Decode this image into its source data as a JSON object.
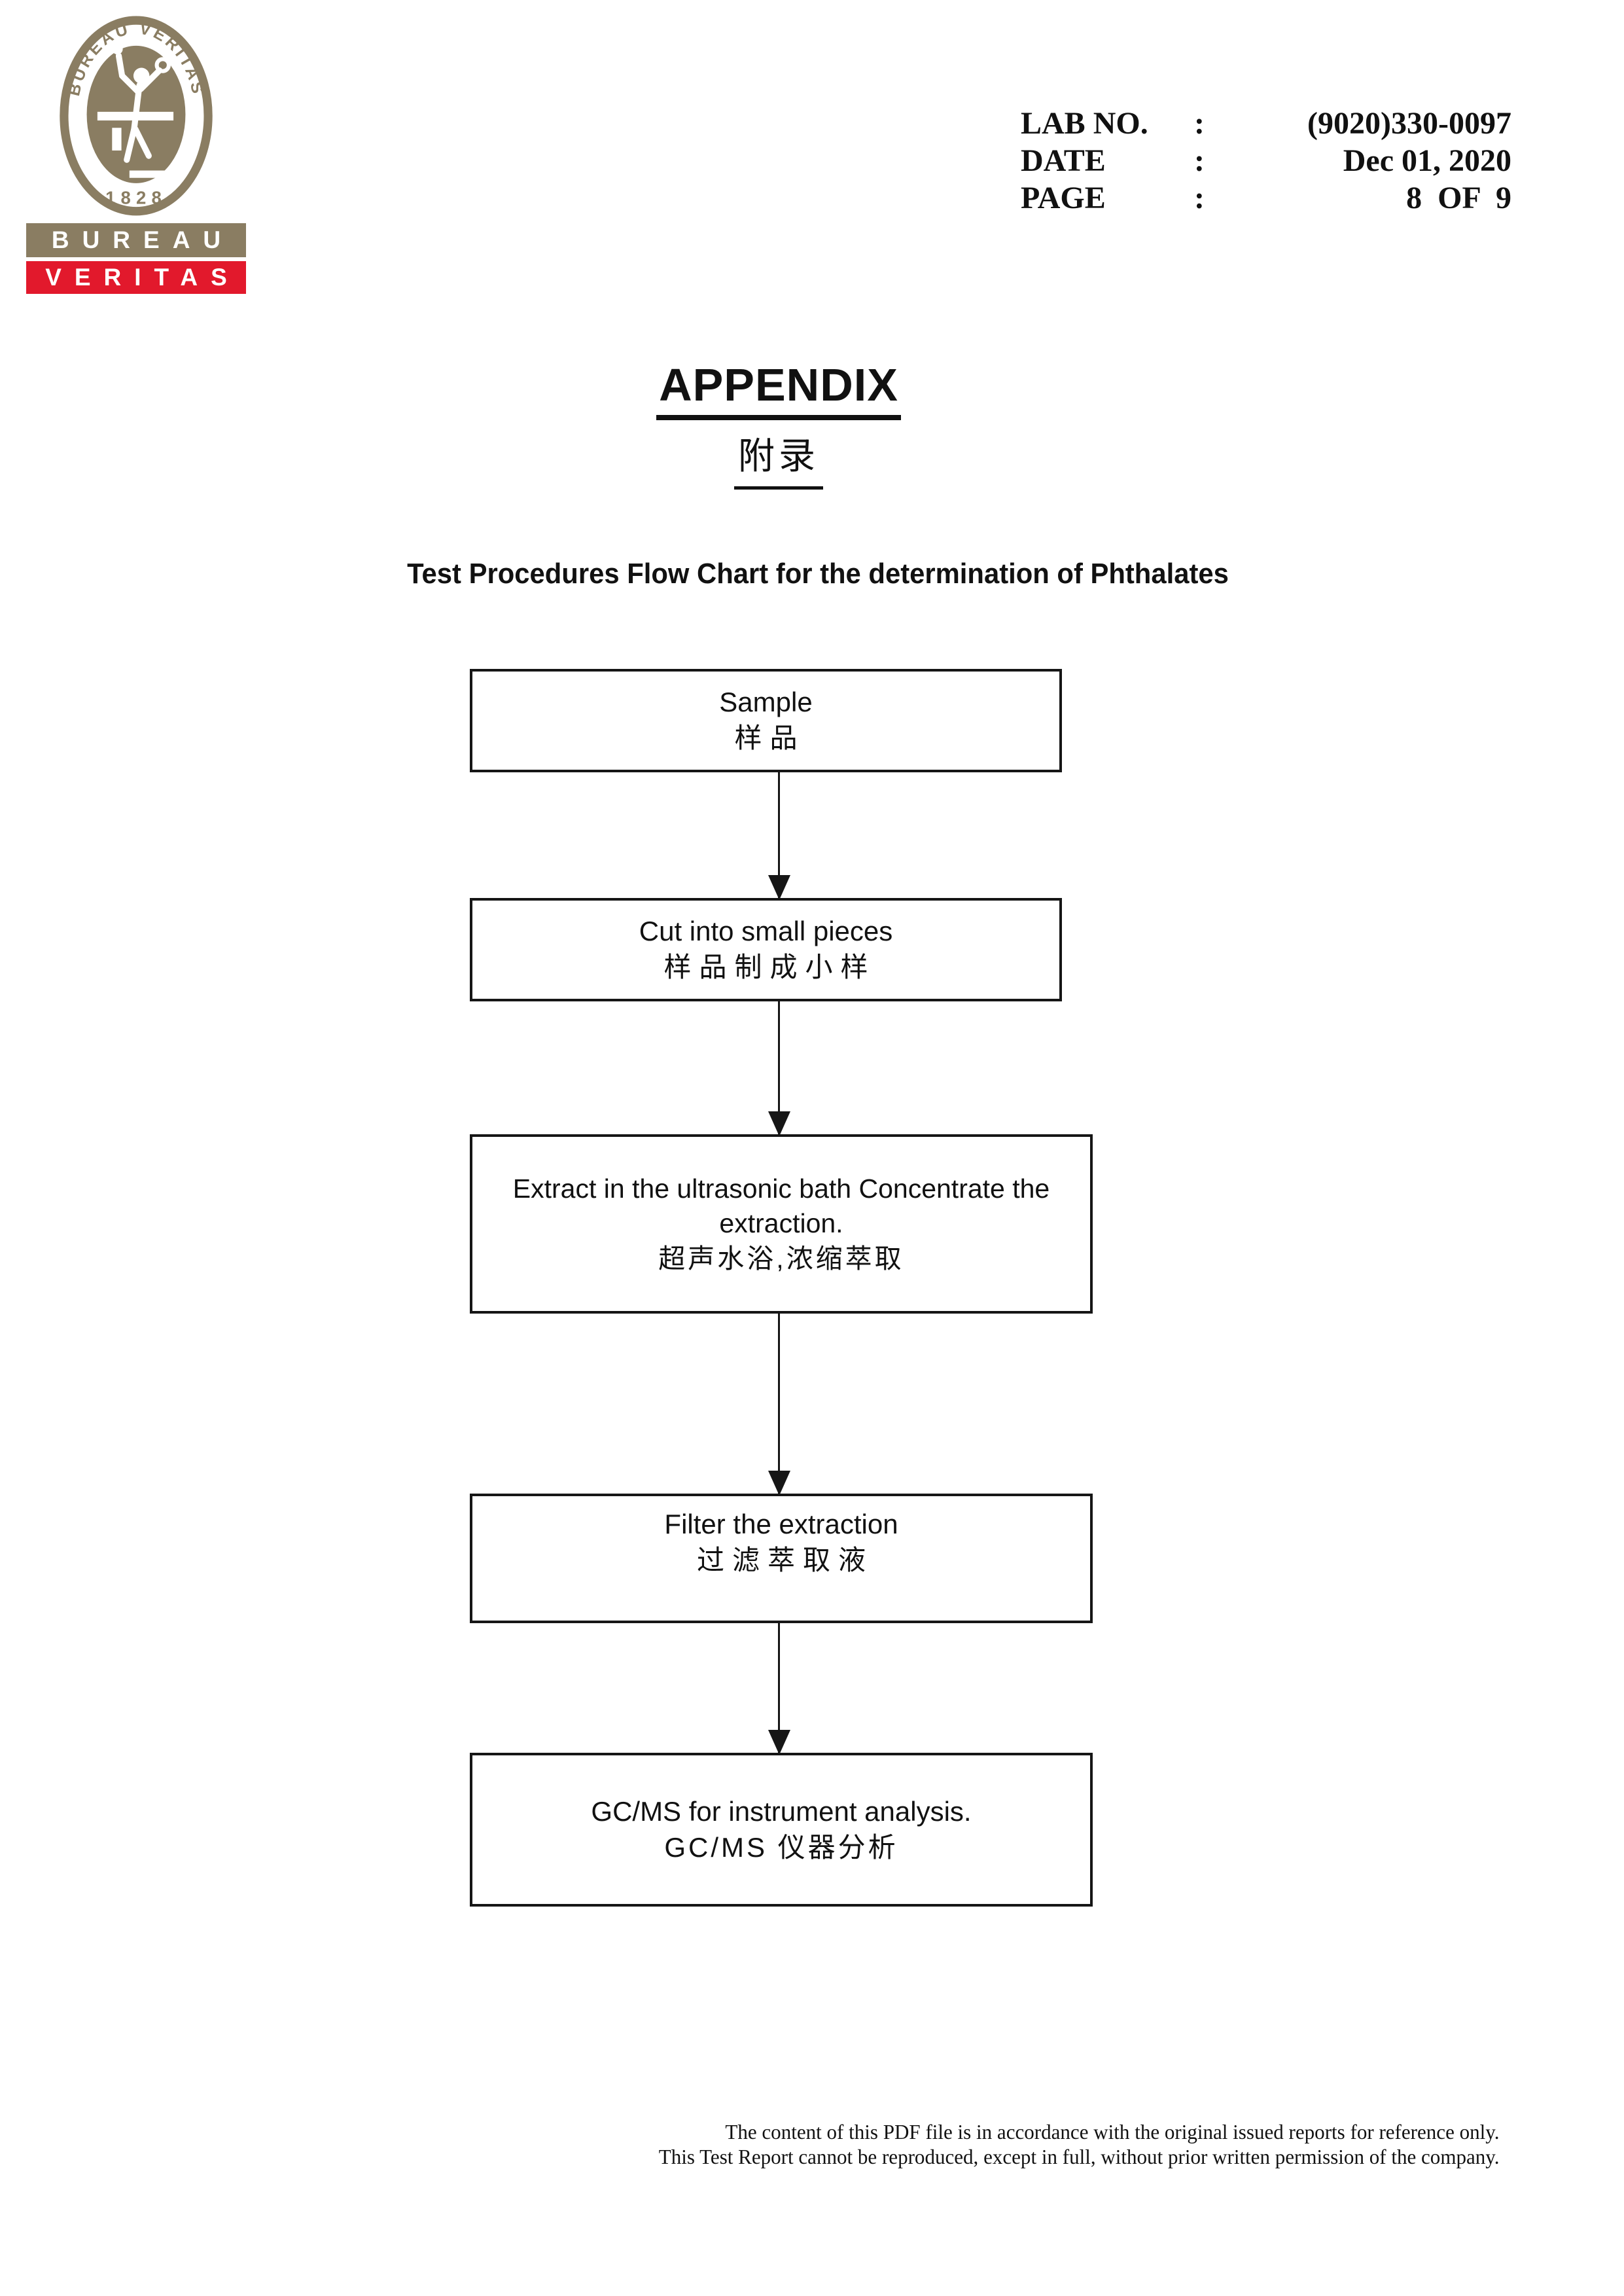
{
  "logo": {
    "ring_text": "BUREAU VERITAS",
    "year": "1828",
    "bar_top_label": "BUREAU",
    "bar_bottom_label": "VERITAS",
    "olive_color": "#8a7d62",
    "red_color": "#e2192c"
  },
  "header": {
    "rows": [
      {
        "label": "LAB NO.",
        "sep": ":",
        "value": "(9020)330-0097"
      },
      {
        "label": "DATE",
        "sep": ":",
        "value": "Dec 01, 2020"
      },
      {
        "label": "PAGE",
        "sep": ":",
        "value": "8  OF  9"
      }
    ]
  },
  "title": {
    "en": "APPENDIX",
    "zh": "附录"
  },
  "subtitle": "Test Procedures Flow Chart for the determination of Phthalates",
  "flowchart": {
    "steps": [
      {
        "en": "Sample",
        "zh": "样品"
      },
      {
        "en": "Cut into small pieces",
        "zh": "样品制成小样"
      },
      {
        "en": "Extract in the ultrasonic bath Concentrate the extraction.",
        "zh": "超声水浴,浓缩萃取"
      },
      {
        "en": "Filter the extraction",
        "zh": "过滤萃取液"
      },
      {
        "en": "GC/MS for instrument analysis.",
        "zh": "GC/MS 仪器分析"
      }
    ]
  },
  "footer": {
    "line1": "The content of this PDF file is in accordance with the original issued reports for reference only.",
    "line2": "This Test Report cannot be reproduced, except in full, without prior written permission of the company."
  }
}
